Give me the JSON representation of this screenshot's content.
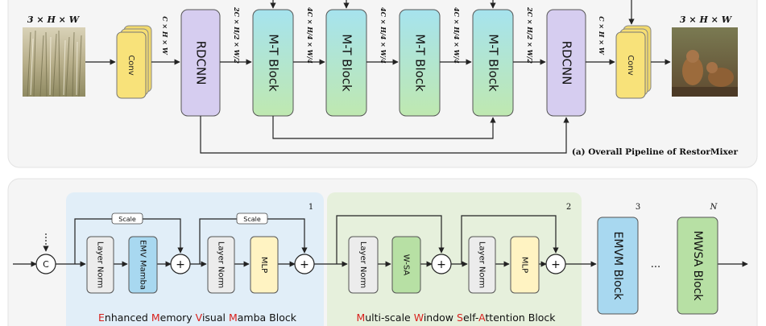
{
  "top": {
    "input_dims": "3 × H × W",
    "output_dims": "3 × H × W",
    "conv_label": "Conv",
    "rdcnn_label": "RDCNN",
    "mt_block_label": "M-T Block",
    "dim_labels": [
      "C × H × W",
      "2C × H/2 × W/2",
      "4C × H/4 × W/4",
      "4C × H/4 × W/4",
      "4C × H/4 × W/4",
      "2C × H/2 × W/2",
      "C × H × W"
    ],
    "caption": "(a) Overall Pipeline of RestorMixer"
  },
  "bottom": {
    "concat_symbol": "C",
    "plus_symbol": "+",
    "scale_label": "Scale",
    "layer_norm_label": "Layer Norm",
    "emv_mamba_label": "EMV Mamba",
    "mlp_label": "MLP",
    "wsa_label": "W-SA",
    "emvm_block_label": "EMVM Block",
    "mwsa_block_label": "MWSA Block",
    "ellipsis": "...",
    "index_labels": [
      "1",
      "2",
      "3",
      "N"
    ],
    "emvm_title": {
      "parts": [
        {
          "text": "E",
          "red": true
        },
        {
          "text": "nhanced ",
          "red": false
        },
        {
          "text": "M",
          "red": true
        },
        {
          "text": "emory ",
          "red": false
        },
        {
          "text": "V",
          "red": true
        },
        {
          "text": "isual ",
          "red": false
        },
        {
          "text": "M",
          "red": true
        },
        {
          "text": "amba Block",
          "red": false
        }
      ]
    },
    "mwsa_title": {
      "parts": [
        {
          "text": "M",
          "red": true
        },
        {
          "text": "ulti-scale ",
          "red": false
        },
        {
          "text": "W",
          "red": true
        },
        {
          "text": "indow ",
          "red": false
        },
        {
          "text": "S",
          "red": true
        },
        {
          "text": "elf-",
          "red": false
        },
        {
          "text": "A",
          "red": true
        },
        {
          "text": "ttention Block",
          "red": false
        }
      ]
    }
  },
  "colors": {
    "rdcnn": "#d6cdf0",
    "mt_grad_a": "#a6e3ee",
    "mt_grad_b": "#bfe8b0",
    "conv": "#f8e27a",
    "emv_mamba": "#a8d8f0",
    "mlp": "#fff3c2",
    "wsa": "#b7e0a4",
    "accent_red": "#d8201c"
  }
}
